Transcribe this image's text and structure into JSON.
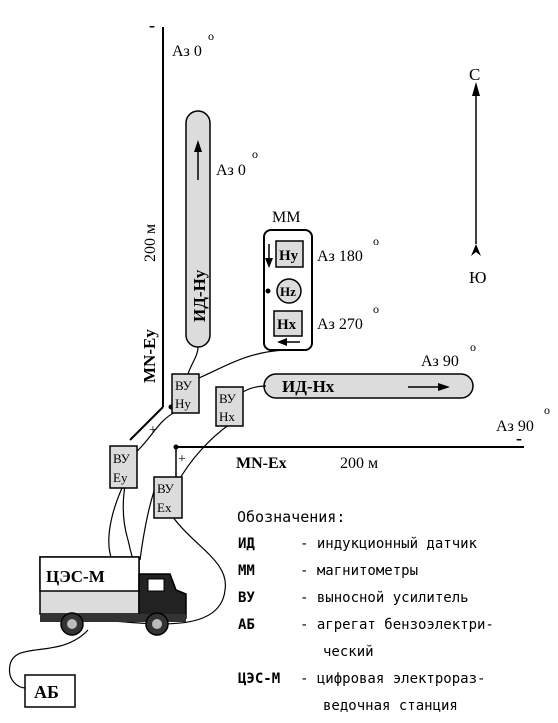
{
  "directions": {
    "north": "С",
    "south": "Ю"
  },
  "azimuths": {
    "mn_ey_top": "Аз 0",
    "id_hy": "Аз 0",
    "hy_sensor": "Аз 180",
    "hx_sensor": "Аз 270",
    "id_hx": "Аз 90",
    "mn_ex_end": "Аз 90",
    "degree": "о"
  },
  "lines": {
    "mn_ey_label": "MN-Ey",
    "mn_ey_length": "200 м",
    "mn_ex_label": "MN-Ex",
    "mn_ex_length": "200 м",
    "minus": "-",
    "plus": "+"
  },
  "sensors": {
    "id_hy": "ИД-Hy",
    "id_hx": "ИД-Hx",
    "magnetometer_group": "ММ",
    "hy": "Hy",
    "hz": "Hz",
    "hx": "Hx"
  },
  "amplifiers": {
    "vu_hy": [
      "ВУ",
      "Hy"
    ],
    "vu_hx": [
      "ВУ",
      "Hx"
    ],
    "vu_ey": [
      "ВУ",
      "Ey"
    ],
    "vu_ex": [
      "ВУ",
      "Ex"
    ]
  },
  "vehicle": {
    "label": "ЦЭС-М"
  },
  "generator": {
    "label": "АБ"
  },
  "legend": {
    "title": "Обозначения:",
    "items": [
      {
        "abbr": "ИД",
        "desc": "- индукционный датчик",
        "desc_cont": ""
      },
      {
        "abbr": "ММ",
        "desc": "- магнитометры",
        "desc_cont": ""
      },
      {
        "abbr": "ВУ",
        "desc": "- выносной усилитель",
        "desc_cont": ""
      },
      {
        "abbr": "АБ",
        "desc": "- агрегат бензоэлектри-",
        "desc_cont": "ческий"
      },
      {
        "abbr": "ЦЭС-М",
        "desc": "- цифровая электрораз-",
        "desc_cont": "ведочная станция"
      }
    ]
  }
}
